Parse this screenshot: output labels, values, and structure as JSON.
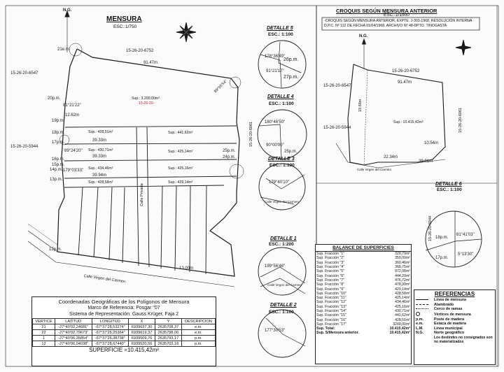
{
  "mensura": {
    "title": "MENSURA",
    "scale": "ESC.:1/750",
    "north": "N.G.",
    "parcels_adjacent": {
      "top": "15-26-20-6752",
      "left_top": "15-26-20-6547",
      "left_bottom": "15-26-20-5944",
      "right": "15-26-20-6061"
    },
    "vertex_labels": [
      "21e.m.",
      "20p.m.",
      "19p.m.",
      "18p.m.",
      "17p.m.",
      "16p.m.",
      "15p.m.",
      "14p.m.",
      "13p.m.",
      "12p.m.",
      "25p.m.",
      "24p.m."
    ],
    "measures": [
      "91.47m",
      "12.62m",
      "39.33m",
      "39.33m",
      "39.94m",
      "13.00m"
    ],
    "angles": [
      "89°05'54\"",
      "81°21'22\"",
      "89°24'20\"",
      "179°03'33\""
    ],
    "superficie_label": "Sup.: 3.200,00m²",
    "fracciones": [
      {
        "n": "1",
        "sup": "Sup.: 428,51m²"
      },
      {
        "n": "2",
        "sup": "Sup.: 430,71m²"
      },
      {
        "n": "3",
        "sup": "Sup.: 441,62m²"
      },
      {
        "n": "4",
        "sup": "Sup.: 425,14m²"
      },
      {
        "n": "5",
        "sup": "Sup.: 434,46m²"
      },
      {
        "n": "6",
        "sup": "Sup.: 425,16m²"
      },
      {
        "n": "7",
        "sup": "Sup.: 428,58m²"
      },
      {
        "n": "8",
        "sup": "Sup.: 429,14m²"
      }
    ],
    "streets": [
      "Calle Virgen del Carmen",
      "Calle Privada"
    ],
    "codes": [
      "15-26-20-"
    ]
  },
  "croquis": {
    "title": "CROQUIS SEGÚN MENSURA ANTERIOR",
    "scale": "ESC.:1/1500",
    "note": "-CROQUIS SEGÚN MENSURA ANTERIOR, EXPTE. J-303-1968, RESOLUCIÓN INTERNA D.P.C. Nº 112 DE FECHA 01/04/1968, ARCHIVO Nº 48-DPTO. TINOGASTA",
    "north": "N.G.",
    "parcels": [
      "15-26-20-6752",
      "15-26-20-6547",
      "15-26-20-5944",
      "15-26-20-6061"
    ],
    "measures": [
      "91.47m",
      "22.34m",
      "39.01m",
      "10.54m",
      "19.66m"
    ],
    "sup": "Sup.: 10.415,42m²",
    "street": "Calle Virgen del Carmen"
  },
  "detalles": [
    {
      "title": "DETALLE 5",
      "scale": "ESC.: 1:100",
      "labels": [
        "178°36'49\"",
        "26p.m.",
        "91°21'17\"",
        "27p.m."
      ]
    },
    {
      "title": "DETALLE 4",
      "scale": "ESC.: 1:100",
      "labels": [
        "180°46'50\"",
        "90°00'00\"",
        "25p.m."
      ]
    },
    {
      "title": "DETALLE 3",
      "scale": "ESC.: 1:100",
      "labels": [
        "179°40'10\"",
        "Calle Virgen del Carmen"
      ]
    },
    {
      "title": "DETALLE 1",
      "scale": "ESC.: 1:200",
      "labels": [
        "199°56'46\"",
        "Calle Virgen del Carmen"
      ]
    },
    {
      "title": "DETALLE 2",
      "scale": "ESC.: 1:100",
      "labels": [
        "177°30'53\""
      ]
    },
    {
      "title": "DETALLE 6",
      "scale": "ESC.: 1:100",
      "labels": [
        "15-26-20-5944",
        "18p.m.",
        "81°41'03\"",
        "17p.m.",
        "5°13'30\""
      ]
    }
  ],
  "coordenadas": {
    "title1": "Coordenadas Geográficas de los Polígonos de Mensura",
    "title2": "Marco de Referencia: Posgar \"07",
    "title3": "Sistema de Representación: Gauss Krüger, Faja 2",
    "headers": [
      "VERTICE",
      "LATITUD",
      "LONGITUD",
      "X",
      "Y",
      "DESCRIPCION"
    ],
    "rows": [
      [
        "21",
        "-27°40'02,24681\"",
        "-67°37'28,53274\"",
        "6939637,30",
        "2635708,37",
        "e.m."
      ],
      [
        "22",
        "-27°40'02,79673\"",
        "-67°37'25,25364\"",
        "6939619,37",
        "2635798,06",
        "e.m."
      ],
      [
        "1",
        "-27°40'06,35854\"",
        "-67°37'25,38738\"",
        "6939509,76",
        "2635793,17",
        "p.m."
      ],
      [
        "12",
        "-27°40'06,04038\"",
        "-67°37'28,67440\"",
        "6939520,56",
        "2635703,18",
        "p.m."
      ]
    ],
    "superficie": "SUPERFICIE =10.415,42m²"
  },
  "balance": {
    "title": "BALANCE DE SUPERFICIES",
    "rows": [
      [
        "Sup. Fracción \"1\"",
        "320,79m²"
      ],
      [
        "Sup. Fracción \"2\"",
        "350,00m²"
      ],
      [
        "Sup. Fracción \"3\"",
        "360,46m²"
      ],
      [
        "Sup. Fracción \"4\"",
        "368,75m²"
      ],
      [
        "Sup. Fracción \"5\"",
        "972,08m²"
      ],
      [
        "Sup. Fracción \"6\"",
        "444,29m²"
      ],
      [
        "Sup. Fracción \"7\"",
        "476,72m²"
      ],
      [
        "Sup. Fracción \"8\"",
        "478,99m²"
      ],
      [
        "Sup. Fracción \"9\"",
        "429,14m²"
      ],
      [
        "Sup. Fracción \"10\"",
        "428,58m²"
      ],
      [
        "Sup. Fracción \"11\"",
        "425,14m²"
      ],
      [
        "Sup. Fracción \"12\"",
        "434,46m²"
      ],
      [
        "Sup. Fracción \"13\"",
        "425,16m²"
      ],
      [
        "Sup. Fracción \"14\"",
        "430,71m²"
      ],
      [
        "Sup. Fracción \"15\"",
        "441,62m²"
      ],
      [
        "Sup. Fracción \"16\"",
        "428,51m²"
      ],
      [
        "Sup. Fracción \"17\"",
        "3200,00m²"
      ],
      [
        "Sup. Total:",
        "10.415,42m²"
      ],
      [
        "Sup. S/Mensura anterior.",
        "10.415,42m²"
      ]
    ]
  },
  "referencias": {
    "title": "REFERENCIAS",
    "rows": [
      [
        "",
        "Línea de mensura"
      ],
      [
        "",
        "Alambrado"
      ],
      [
        "",
        "Cerco de ramas"
      ],
      [
        "",
        "Vértices de mensura"
      ],
      [
        "p.m.",
        "Poste de madera"
      ],
      [
        "e.m.",
        "Estaca de madera"
      ],
      [
        "L.M.",
        "Línea municipal"
      ],
      [
        "N.G.",
        "Norte geográfico"
      ],
      [
        "",
        "Los destindes no consignados son no materializados"
      ]
    ]
  },
  "colors": {
    "line": "#1a1a1a",
    "red": "#c8141e",
    "paper": "#fbfbfb"
  }
}
